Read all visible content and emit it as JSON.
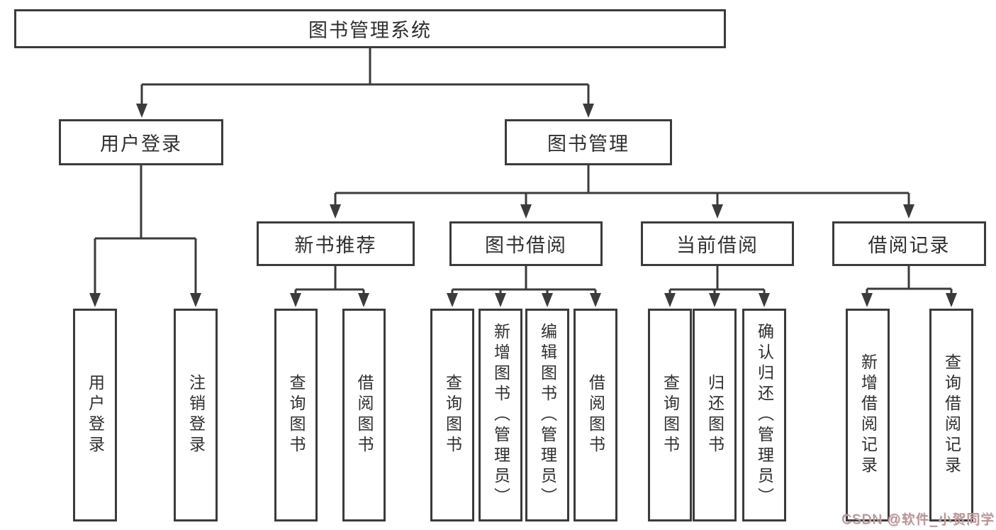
{
  "tree": {
    "label": "图书管理系统",
    "children": [
      {
        "label": "用户登录",
        "children": [
          {
            "label": "用户登录"
          },
          {
            "label": "注销登录"
          }
        ]
      },
      {
        "label": "图书管理",
        "children": [
          {
            "label": "新书推荐",
            "children": [
              {
                "label": "查询图书"
              },
              {
                "label": "借阅图书"
              }
            ]
          },
          {
            "label": "图书借阅",
            "children": [
              {
                "label": "查询图书"
              },
              {
                "label": "新增图书（管理员）"
              },
              {
                "label": "编辑图书（管理员）"
              },
              {
                "label": "借阅图书"
              }
            ]
          },
          {
            "label": "当前借阅",
            "children": [
              {
                "label": "查询图书"
              },
              {
                "label": "归还图书"
              },
              {
                "label": "确认归还（管理员）"
              }
            ]
          },
          {
            "label": "借阅记录",
            "children": [
              {
                "label": "新增借阅记录"
              },
              {
                "label": "查询借阅记录"
              }
            ]
          }
        ]
      }
    ]
  },
  "watermark": {
    "text": "CSDN @软件_小贺同学"
  },
  "colors": {
    "line": "#3b3b3b",
    "text": "#2f2f2f",
    "background": "#ffffff",
    "watermark_gray": "#9e9e9e",
    "watermark_red": "#ef9aa2"
  }
}
